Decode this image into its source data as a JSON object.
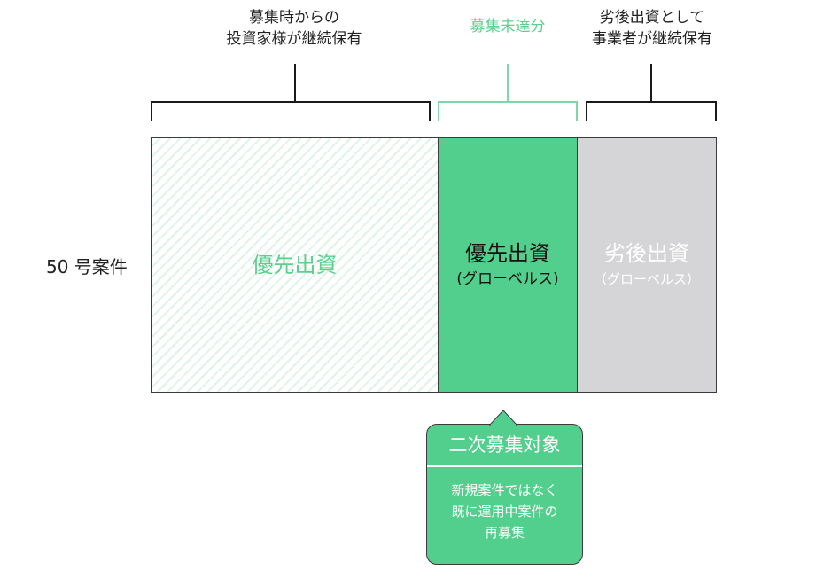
{
  "top_labels": {
    "investors": {
      "line1": "募集時からの",
      "line2": "投資家様が継続保有"
    },
    "unfilled": {
      "line1": "募集未達分"
    },
    "operator": {
      "line1": "劣後出資として",
      "line2": "事業者が継続保有"
    }
  },
  "row_label": "50 号案件",
  "segments": {
    "priority_existing": {
      "title": "優先出資"
    },
    "priority_global": {
      "title": "優先出資",
      "subtitle": "(グローベルス)"
    },
    "subordinate": {
      "title": "劣後出資",
      "subtitle": "（グローベルス）"
    }
  },
  "callout": {
    "title": "二次募集対象",
    "body_line1": "新規案件ではなく",
    "body_line2": "既に運用中案件の",
    "body_line3": "再募集"
  },
  "colors": {
    "green": "#52cf8c",
    "light_green_text": "#5ccf8f",
    "bracket_green": "#7fd6a6",
    "gray": "#d5d5d7",
    "dark": "#1a1a1a",
    "white": "#ffffff"
  }
}
